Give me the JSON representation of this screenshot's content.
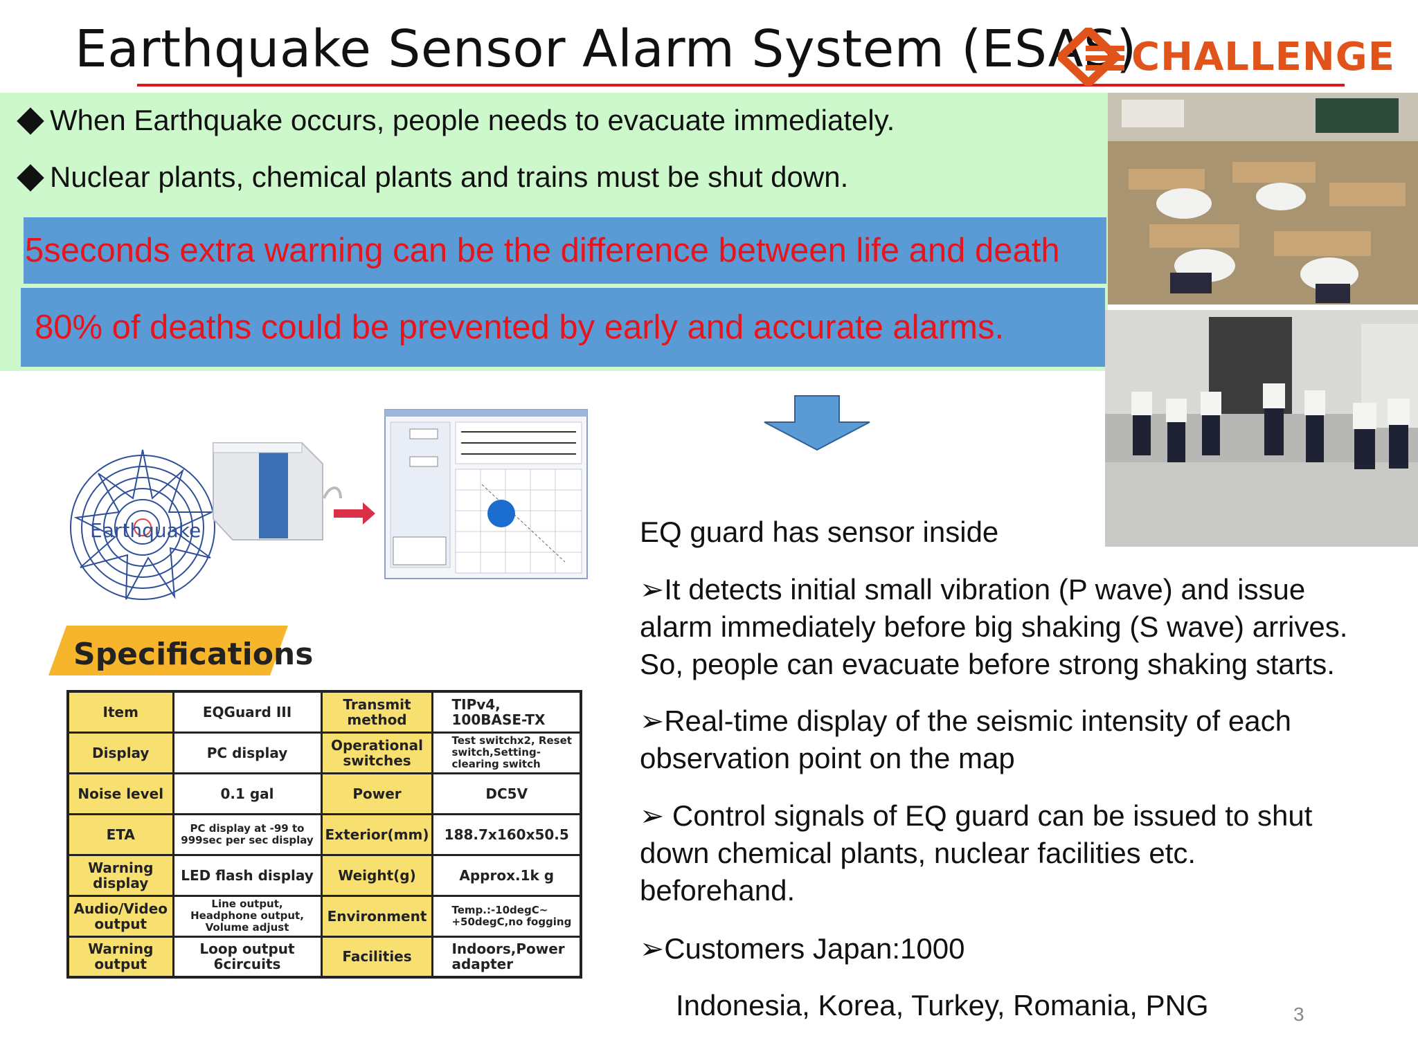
{
  "slide": {
    "title": "Earthquake Sensor Alarm System (ESAS)",
    "logo_text": "CHALLENGE",
    "page_number": "3"
  },
  "intro": {
    "bullets": [
      "When Earthquake occurs, people needs to evacuate immediately.",
      "Nuclear plants, chemical plants and trains  must be shut down."
    ],
    "banner1": "5seconds extra warning can be the difference between life and death",
    "banner2": "80% of deaths could be prevented by early and accurate alarms."
  },
  "diagram": {
    "earthquake_label": "Earthquake"
  },
  "specs": {
    "title": "Specifications",
    "rows": [
      [
        "Item",
        "EQGuard III",
        "Transmit method",
        "TIPv4, 100BASE-TX"
      ],
      [
        "Display",
        "PC display",
        "Operational switches",
        "Test switchx2, Reset switch,Setting-clearing switch"
      ],
      [
        "Noise level",
        "0.1 gal",
        "Power",
        "DC5V"
      ],
      [
        "ETA",
        "PC display at -99 to 999sec per sec display",
        "Exterior(mm)",
        "188.7x160x50.5"
      ],
      [
        "Warning display",
        "LED flash display",
        "Weight(g)",
        "Approx.1k g"
      ],
      [
        "Audio/Video output",
        "Line output, Headphone output, Volume adjust",
        "Environment",
        "Temp.:-10degC~ +50degC,no fogging"
      ],
      [
        "Warning output",
        "Loop output 6circuits",
        "Facilities",
        "Indoors,Power adapter"
      ]
    ]
  },
  "description": {
    "heading": "EQ guard has sensor inside",
    "p1_line1": "It detects  initial small vibration   (P wave) and issue",
    "p1_line2": "alarm immediately before big shaking (S wave) arrives.",
    "p1_line3": "So, people can evacuate before strong shaking starts.",
    "p2_line1": "Real-time display of the seismic intensity of each",
    "p2_line2": "observation point on the map",
    "p3_line1": " Control signals of EQ guard can be issued to shut",
    "p3_line2": "down chemical plants, nuclear facilities etc.",
    "p3_line3": "beforehand.",
    "customers": "Customers Japan:1000",
    "countries": "Indonesia, Korea, Turkey, Romania, PNG",
    "arrow_glyph": "➢"
  },
  "colors": {
    "accent_red": "#e0161b",
    "intro_green": "#ccf8cc",
    "banner_blue": "#5b9bd5",
    "logo_orange": "#e0531b",
    "spec_yellow": "#f8e070"
  }
}
